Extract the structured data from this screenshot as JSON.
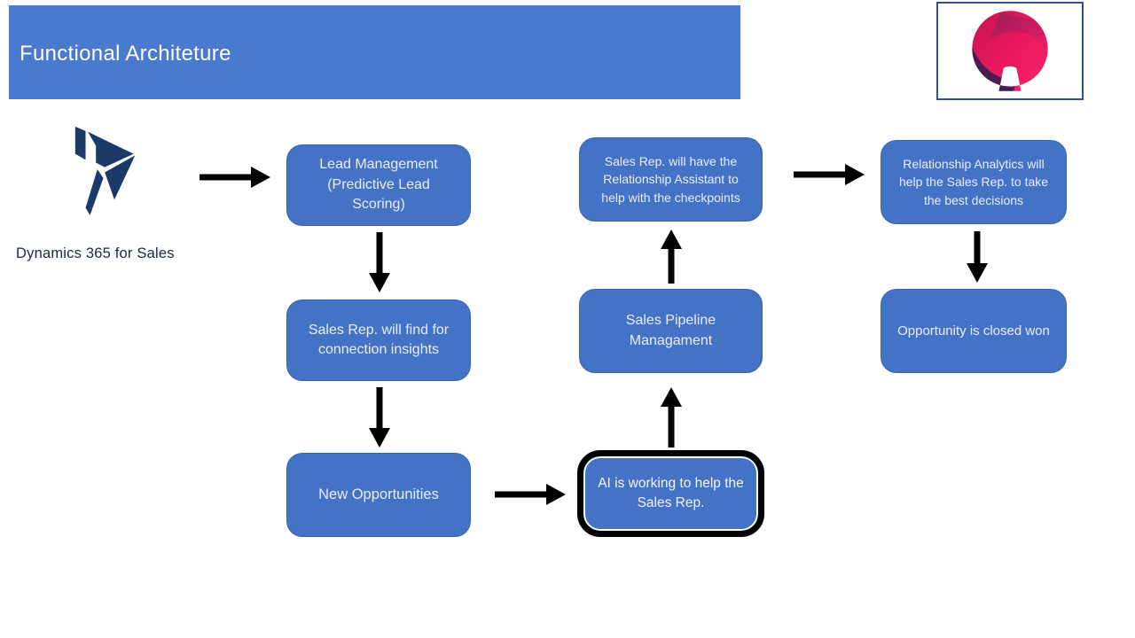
{
  "header": {
    "title": "Functional Architeture"
  },
  "ai_logo": {
    "name": "dynamics-365-ai-swirl-logo"
  },
  "dynamics": {
    "caption": "Dynamics 365 for Sales"
  },
  "colors": {
    "header_bg": "#4a7ace",
    "node_fill": "#4472c4",
    "node_border": "#3a62ae",
    "node_text": "#e9eefb",
    "ai_node_border": "#000000",
    "arrow": "#000000",
    "dynamics_navy": "#1b3a68",
    "swirl_crimson": "#ee1a5e",
    "swirl_dark": "#241f4d",
    "logo_frame_border": "#33508f"
  },
  "nodes": [
    {
      "id": "lead-management",
      "label": "Lead Management (Predictive Lead Scoring)"
    },
    {
      "id": "connection-insights",
      "label": "Sales Rep. will find for connection insights"
    },
    {
      "id": "new-opportunities",
      "label": "New Opportunities"
    },
    {
      "id": "ai-working",
      "label": "AI is working to help the Sales Rep."
    },
    {
      "id": "sales-pipeline",
      "label": "Sales Pipeline Managament"
    },
    {
      "id": "relationship-assistant",
      "label": "Sales Rep. will have the Relationship Assistant to help with the checkpoints"
    },
    {
      "id": "relationship-analytics",
      "label": "Relationship Analytics will help the Sales Rep. to take the best decisions"
    },
    {
      "id": "opportunity-closed-won",
      "label": "Opportunity is closed won"
    }
  ],
  "connections": [
    {
      "from": "dynamics-365-for-sales",
      "to": "lead-management",
      "direction": "right"
    },
    {
      "from": "lead-management",
      "to": "connection-insights",
      "direction": "down"
    },
    {
      "from": "connection-insights",
      "to": "new-opportunities",
      "direction": "down"
    },
    {
      "from": "new-opportunities",
      "to": "ai-working",
      "direction": "right"
    },
    {
      "from": "ai-working",
      "to": "sales-pipeline",
      "direction": "up"
    },
    {
      "from": "sales-pipeline",
      "to": "relationship-assistant",
      "direction": "up"
    },
    {
      "from": "relationship-assistant",
      "to": "relationship-analytics",
      "direction": "right"
    },
    {
      "from": "relationship-analytics",
      "to": "opportunity-closed-won",
      "direction": "down"
    }
  ]
}
